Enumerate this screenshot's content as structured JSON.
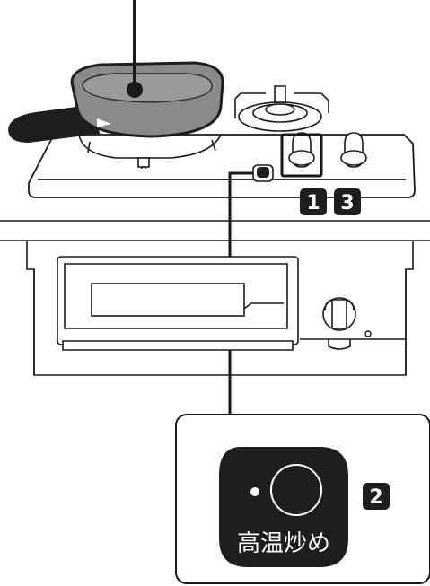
{
  "step_badges": {
    "one": "1",
    "three": "3",
    "two": "2"
  },
  "button": {
    "label": "高温炒め"
  },
  "colors": {
    "pan": "#8a8a8a",
    "pan_rim": "#1e1e1e",
    "handle": "#1e1e1e",
    "badge": "#1e1e1e",
    "button_face": "#1e1e1e",
    "line": "#1a1a1a"
  }
}
